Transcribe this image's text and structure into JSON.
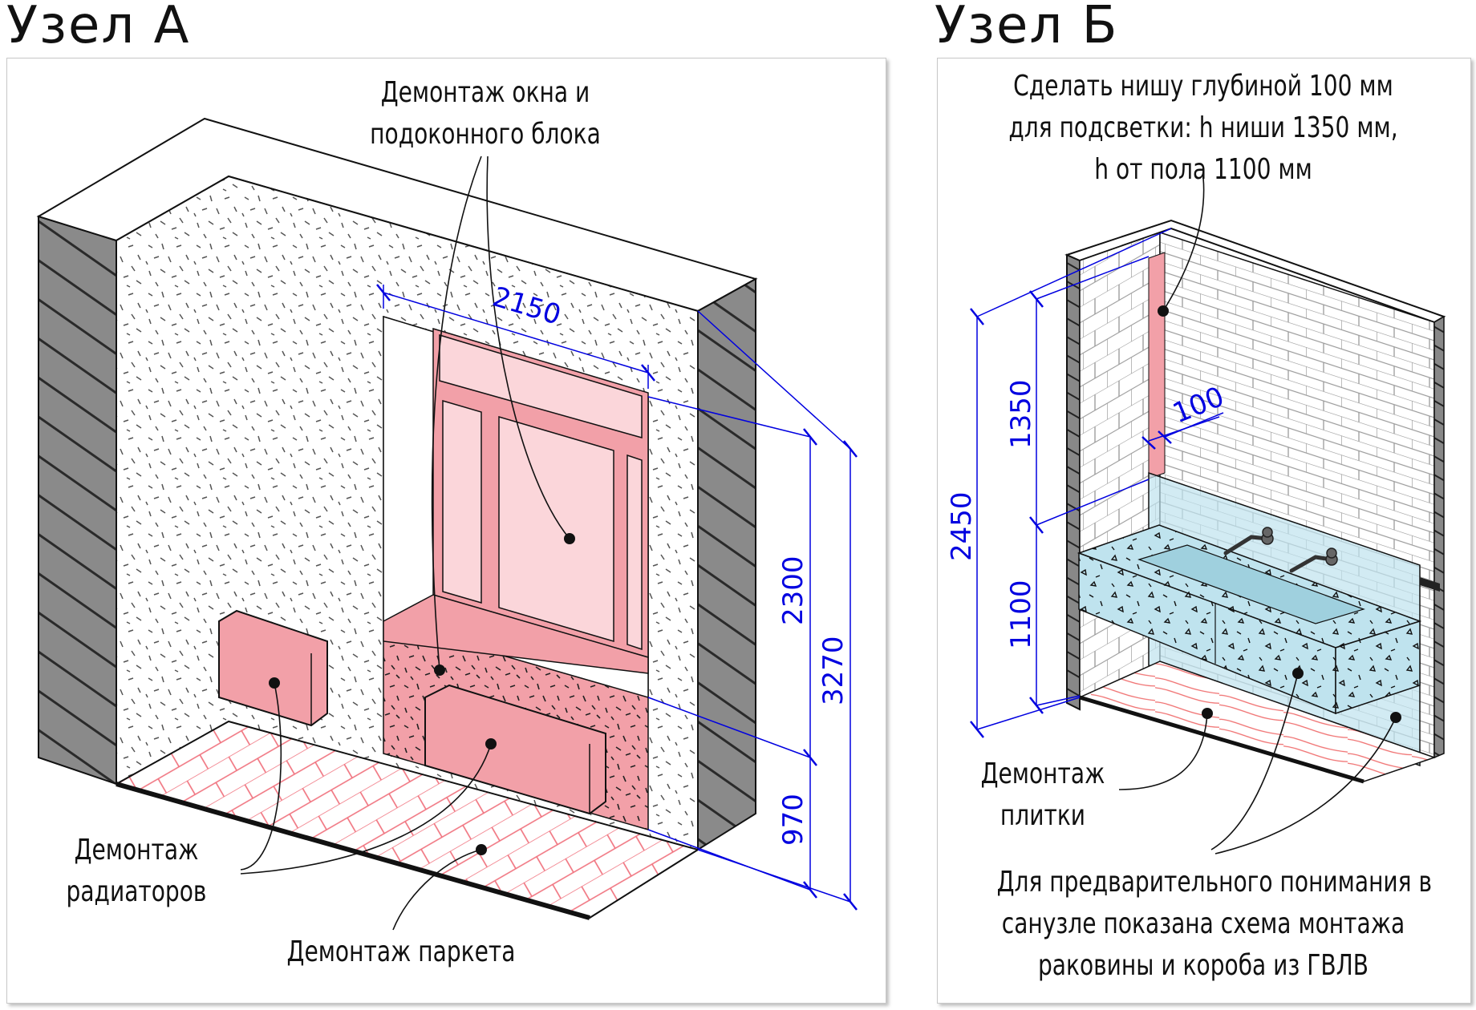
{
  "node_a": {
    "title": "Узел А",
    "labels": {
      "window": [
        "Демонтаж окна и",
        "подоконного блока"
      ],
      "radiators": [
        "Демонтаж",
        "радиаторов"
      ],
      "parquet": "Демонтаж паркета"
    },
    "dimensions": {
      "window_width": "2150",
      "window_height": "2300",
      "total_height": "3270",
      "sill_height": "970"
    }
  },
  "node_b": {
    "title": "Узел Б",
    "labels": {
      "niche": [
        "Сделать нишу глубиной 100 мм",
        "для подсветки: h ниши 1350 мм,",
        "h от пола 1100 мм"
      ],
      "tiles": [
        "Демонтаж",
        "плитки"
      ],
      "note": [
        "Для предварительного понимания в",
        "санузле  показана схема монтажа",
        "раковины и короба из ГВЛВ"
      ]
    },
    "dimensions": {
      "niche_depth": "100",
      "niche_height": "1350",
      "floor_height": "1100",
      "total_height": "2450"
    }
  },
  "colors": {
    "demolition": "#f2a0a8",
    "demolition_light": "#fbd6da",
    "dimension": "#0000e0",
    "box": "#bfe3ee"
  }
}
